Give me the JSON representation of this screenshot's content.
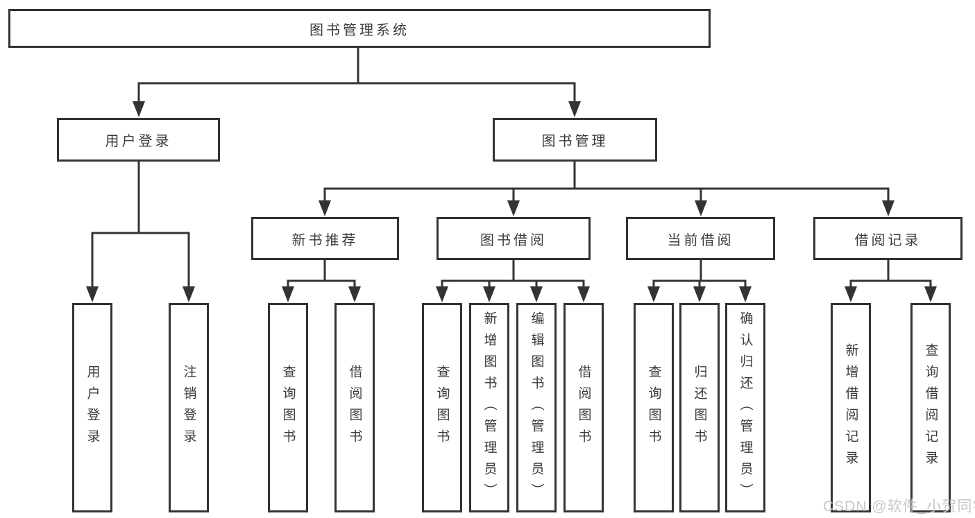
{
  "nodes": {
    "root": "图书管理系统",
    "user_login": "用户登录",
    "book_mgmt": "图书管理",
    "new_book_rec": "新书推荐",
    "book_borrow": "图书借阅",
    "current_borrow": "当前借阅",
    "borrow_records": "借阅记录",
    "leaf_user_login": "用户登录",
    "leaf_logout": "注销登录",
    "leaf_query_books_rec": "查询图书",
    "leaf_borrow_books_rec": "借阅图书",
    "leaf_query_books_borrow": "查询图书",
    "leaf_add_books_admin": "新增图书（管理员）",
    "leaf_edit_books_admin": "编辑图书（管理员）",
    "leaf_borrow_books": "借阅图书",
    "leaf_query_books_current": "查询图书",
    "leaf_return_books": "归还图书",
    "leaf_confirm_return_admin": "确认归还（管理员）",
    "leaf_add_borrow_record": "新增借阅记录",
    "leaf_query_borrow_record": "查询借阅记录"
  },
  "watermark": {
    "text": "CSDN @软件_小贺同学",
    "color": "#c2c2c2"
  },
  "colors": {
    "line": "#333333",
    "box_border": "#333333",
    "text": "#3a3a3a",
    "background": "#ffffff"
  }
}
